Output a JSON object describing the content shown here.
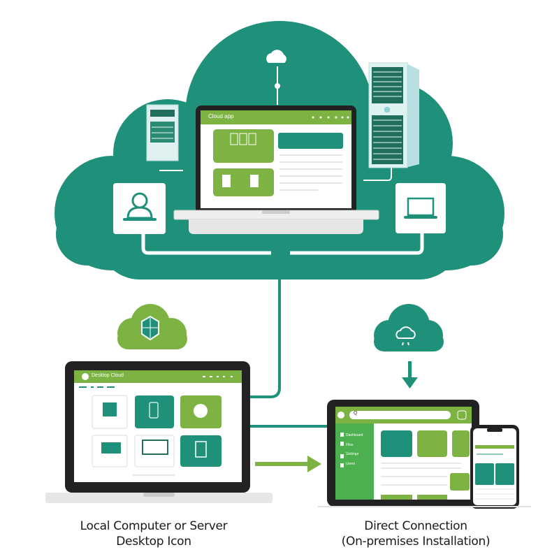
{
  "colors": {
    "teal": "#1f917a",
    "teal_dark": "#16785f",
    "lime": "#7cb342",
    "lime_light": "#8bc34a",
    "screen_bezel": "#222222",
    "laptop_base": "#e4e6e8",
    "server_body": "#d9eef0",
    "text": "#1a1a1a"
  },
  "cloud_diagram": {
    "top_icon": "cloud-icon",
    "left_icons": [
      "server-icon",
      "user-icon"
    ],
    "right_icons": [
      "server-tower-icon",
      "laptop-icon"
    ],
    "center_laptop": {
      "app_name": "Cloud app",
      "header_dots": 6,
      "panels": [
        "spreadsheet-icon",
        "document-icon"
      ]
    }
  },
  "local_computer": {
    "cloud_icon": "package-icon",
    "app_name": "Desktop Cloud",
    "tiles": [
      "calendar-icon",
      "phone-icon",
      "flower-icon",
      "table-icon",
      "list-icon",
      "document-icon"
    ],
    "caption_line1": "Local Computer or Server",
    "caption_line2": "Desktop Icon"
  },
  "direct_connection": {
    "cloud_icon": "download-cloud-icon",
    "search_text": "Q",
    "sidebar_items": [
      "Dashboard",
      "Files",
      "Settings",
      "Users"
    ],
    "tiles": [
      "monitor-icon",
      "image-icon",
      "document-icon"
    ],
    "caption_line1": "Direct Connection",
    "caption_line2": "(On-premises Installation)"
  }
}
